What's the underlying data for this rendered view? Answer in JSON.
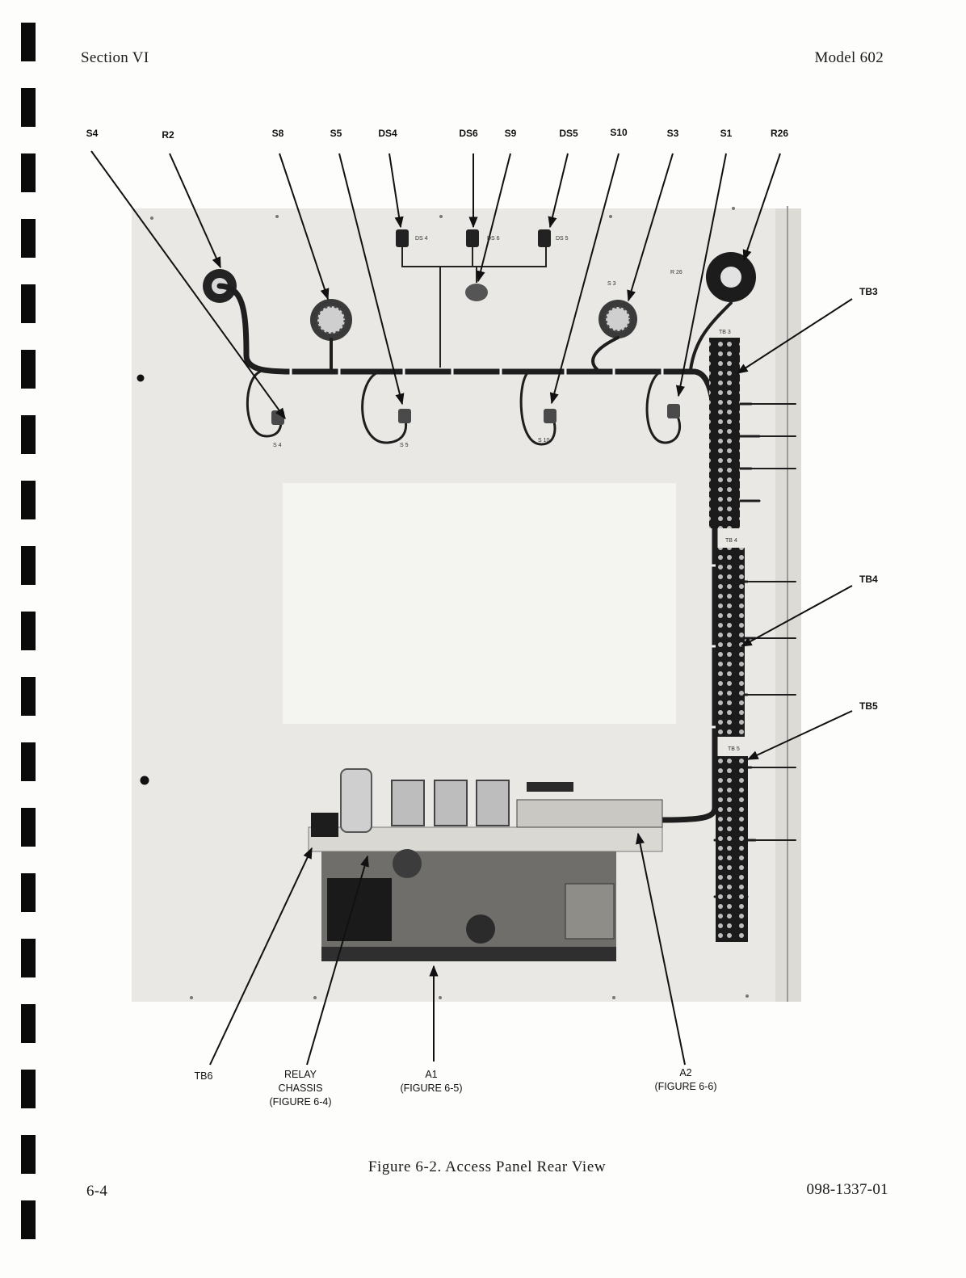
{
  "header": {
    "section": "Section VI",
    "model": "Model 602"
  },
  "footer": {
    "page_number": "6-4",
    "doc_number": "098-1337-01"
  },
  "figure": {
    "caption": "Figure 6-2.  Access Panel Rear View",
    "top_callouts": [
      "S4",
      "R2",
      "S8",
      "S5",
      "DS4",
      "DS6",
      "S9",
      "DS5",
      "S10",
      "S3",
      "S1",
      "R26"
    ],
    "side_callouts": [
      "TB3",
      "TB4",
      "TB5"
    ],
    "bottom_callouts": {
      "tb6": "TB6",
      "relay_l1": "RELAY",
      "relay_l2": "CHASSIS",
      "relay_l3": "(FIGURE 6-4)",
      "a1_l1": "A1",
      "a1_l2": "(FIGURE 6-5)",
      "a2_l1": "A2",
      "a2_l2": "(FIGURE  6-6)"
    },
    "panel_silkscreen": [
      "DS 4",
      "DS 6",
      "DS 5",
      "R 26",
      "S 3",
      "S 4",
      "S 5",
      "S 10",
      "TB 3",
      "TB 4",
      "TB 5"
    ]
  },
  "colors": {
    "ink": "#111111",
    "panel": "#e9e8e4",
    "harness": "#1e1e1e",
    "terminal": "#2a2a2a"
  }
}
